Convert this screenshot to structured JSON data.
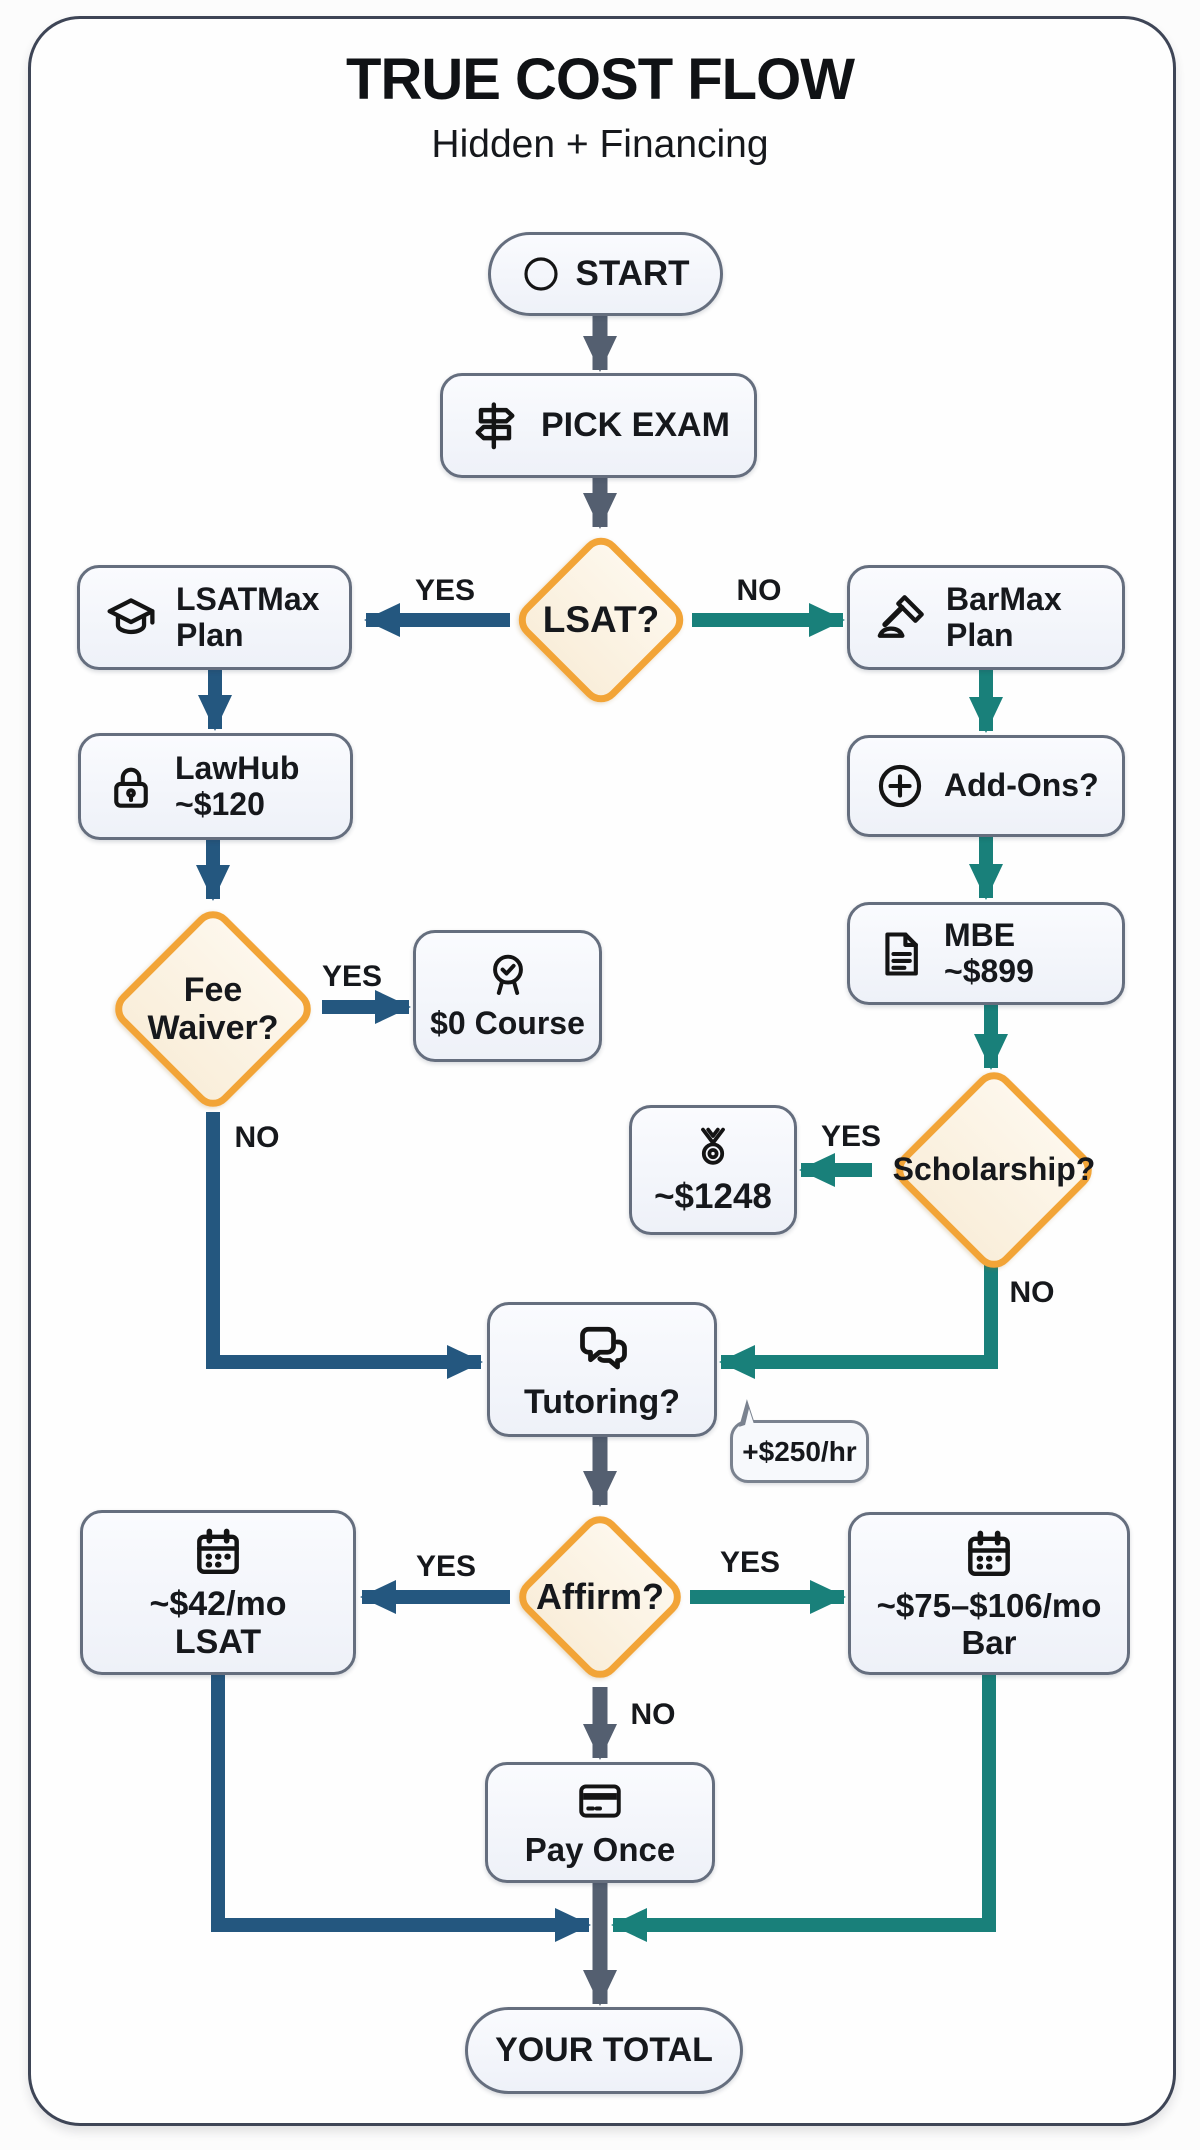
{
  "title": "TRUE COST FLOW",
  "subtitle": "Hidden + Financing",
  "nodes": {
    "start": {
      "label": "START"
    },
    "pick_exam": {
      "label": "PICK EXAM"
    },
    "lsat": {
      "label": "LSAT?"
    },
    "lsatmax": {
      "label": "LSATMax\nPlan"
    },
    "barmax": {
      "label": "BarMax\nPlan"
    },
    "lawhub": {
      "label": "LawHub\n~$120"
    },
    "addons": {
      "label": "Add-Ons?"
    },
    "mbe": {
      "label": "MBE\n~$899"
    },
    "fee_waiver": {
      "label": "Fee\nWaiver?"
    },
    "zero_course": {
      "label": "$0 Course"
    },
    "scholarship": {
      "label": "Scholarship?"
    },
    "scholarship_amount": {
      "label": "~$1248"
    },
    "tutoring": {
      "label": "Tutoring?"
    },
    "tutoring_rate": {
      "label": "+$250/hr"
    },
    "affirm": {
      "label": "Affirm?"
    },
    "lsat_monthly": {
      "label": "~$42/mo\nLSAT"
    },
    "bar_monthly": {
      "label": "~$75–$106/mo\nBar"
    },
    "pay_once": {
      "label": "Pay Once"
    },
    "your_total": {
      "label": "YOUR TOTAL"
    }
  },
  "edges": {
    "lsat_yes": "YES",
    "lsat_no": "NO",
    "fee_waiver_yes": "YES",
    "fee_waiver_no": "NO",
    "scholarship_yes": "YES",
    "scholarship_no": "NO",
    "affirm_yes_left": "YES",
    "affirm_yes_right": "YES",
    "affirm_no": "NO"
  },
  "colors": {
    "lsat_branch": "#24577f",
    "bar_branch": "#19807a",
    "neutral_arrow": "#545f70",
    "decision_border": "#f2a437",
    "decision_fill": "#fbf1e0",
    "node_border": "#656e7e",
    "node_fill": "#f3f5fa"
  }
}
